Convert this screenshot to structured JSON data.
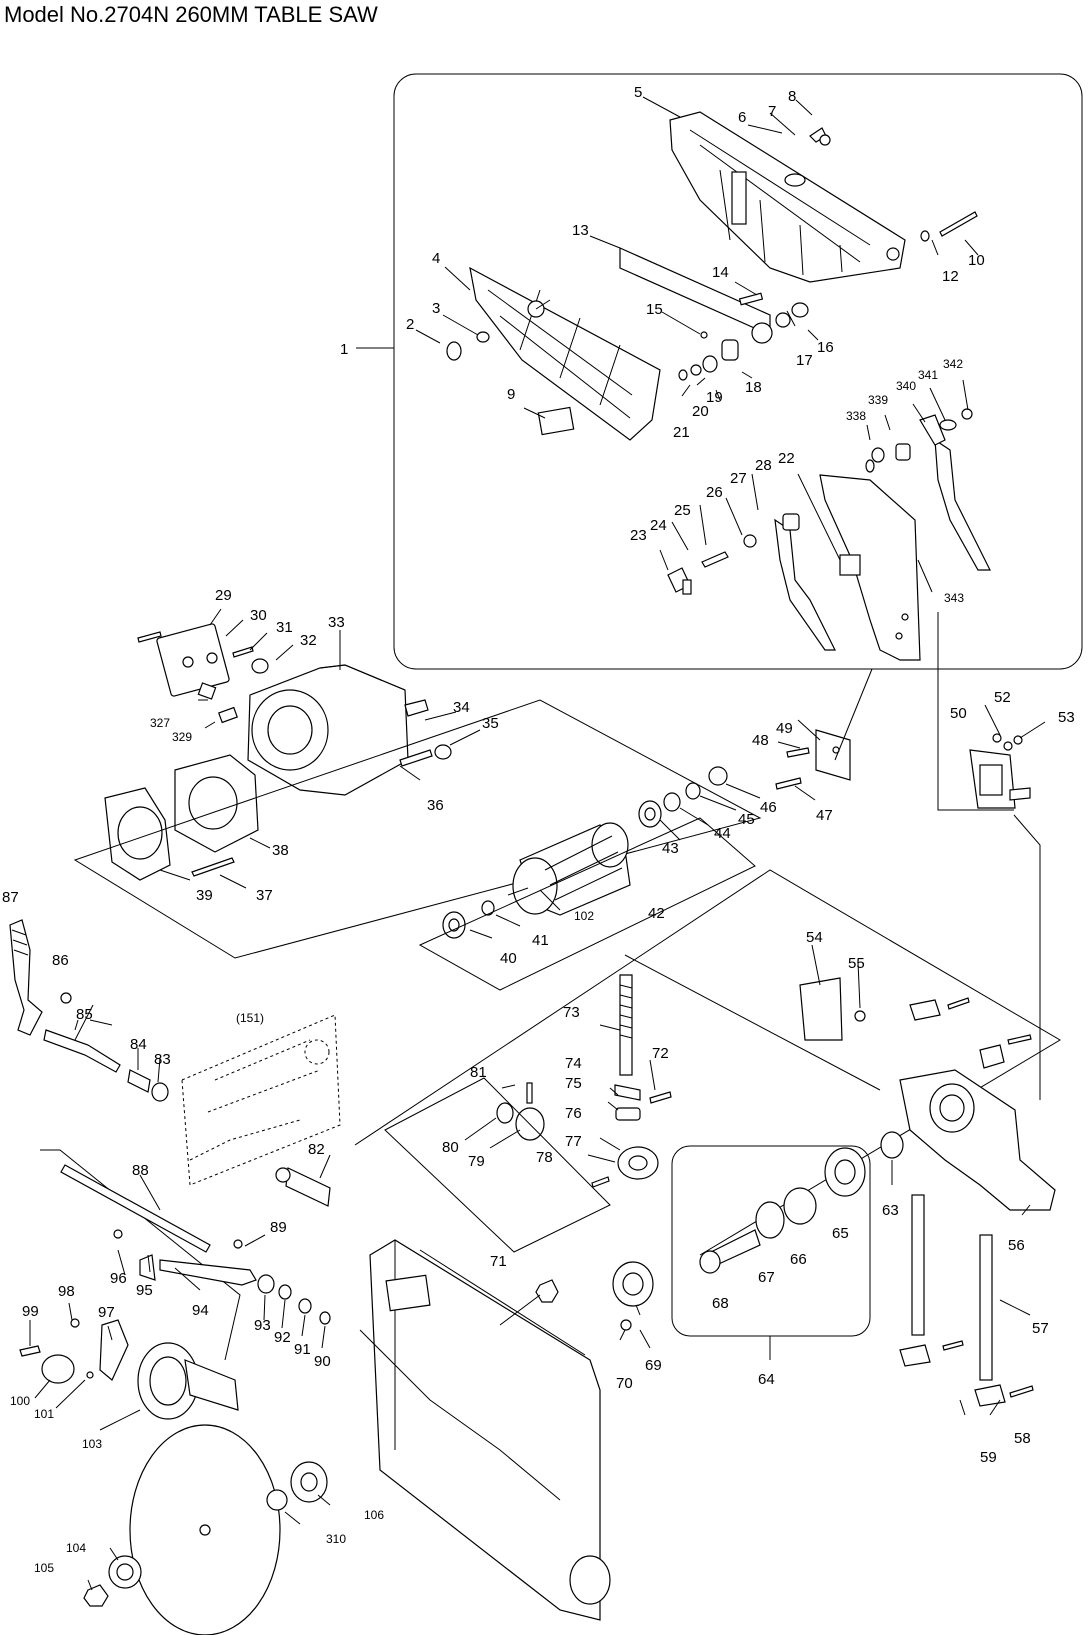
{
  "title": "Model No.2704N 260MM TABLE SAW",
  "labels": [
    {
      "id": "p1",
      "text": "1"
    },
    {
      "id": "p2",
      "text": "2"
    },
    {
      "id": "p3",
      "text": "3"
    },
    {
      "id": "p4",
      "text": "4"
    },
    {
      "id": "p5",
      "text": "5"
    },
    {
      "id": "p6",
      "text": "6"
    },
    {
      "id": "p7",
      "text": "7"
    },
    {
      "id": "p8",
      "text": "8"
    },
    {
      "id": "p9",
      "text": "9"
    },
    {
      "id": "p10",
      "text": "10"
    },
    {
      "id": "p12",
      "text": "12"
    },
    {
      "id": "p13",
      "text": "13"
    },
    {
      "id": "p14",
      "text": "14"
    },
    {
      "id": "p15",
      "text": "15"
    },
    {
      "id": "p16",
      "text": "16"
    },
    {
      "id": "p17",
      "text": "17"
    },
    {
      "id": "p18",
      "text": "18"
    },
    {
      "id": "p19",
      "text": "19"
    },
    {
      "id": "p20",
      "text": "20"
    },
    {
      "id": "p21",
      "text": "21"
    },
    {
      "id": "p22",
      "text": "22"
    },
    {
      "id": "p23",
      "text": "23"
    },
    {
      "id": "p24",
      "text": "24"
    },
    {
      "id": "p25",
      "text": "25"
    },
    {
      "id": "p26",
      "text": "26"
    },
    {
      "id": "p27",
      "text": "27"
    },
    {
      "id": "p28",
      "text": "28"
    },
    {
      "id": "p29",
      "text": "29"
    },
    {
      "id": "p30",
      "text": "30"
    },
    {
      "id": "p31",
      "text": "31"
    },
    {
      "id": "p32",
      "text": "32"
    },
    {
      "id": "p33",
      "text": "33"
    },
    {
      "id": "p34",
      "text": "34"
    },
    {
      "id": "p35",
      "text": "35"
    },
    {
      "id": "p36",
      "text": "36"
    },
    {
      "id": "p37",
      "text": "37"
    },
    {
      "id": "p38",
      "text": "38"
    },
    {
      "id": "p39",
      "text": "39"
    },
    {
      "id": "p40",
      "text": "40"
    },
    {
      "id": "p41",
      "text": "41"
    },
    {
      "id": "p42",
      "text": "42"
    },
    {
      "id": "p43",
      "text": "43"
    },
    {
      "id": "p44",
      "text": "44"
    },
    {
      "id": "p45",
      "text": "45"
    },
    {
      "id": "p46",
      "text": "46"
    },
    {
      "id": "p47",
      "text": "47"
    },
    {
      "id": "p48",
      "text": "48"
    },
    {
      "id": "p49",
      "text": "49"
    },
    {
      "id": "p50",
      "text": "50"
    },
    {
      "id": "p52",
      "text": "52"
    },
    {
      "id": "p53",
      "text": "53"
    },
    {
      "id": "p54",
      "text": "54"
    },
    {
      "id": "p55",
      "text": "55"
    },
    {
      "id": "p56",
      "text": "56"
    },
    {
      "id": "p57",
      "text": "57"
    },
    {
      "id": "p58",
      "text": "58"
    },
    {
      "id": "p59",
      "text": "59"
    },
    {
      "id": "p63",
      "text": "63"
    },
    {
      "id": "p64",
      "text": "64"
    },
    {
      "id": "p65",
      "text": "65"
    },
    {
      "id": "p66",
      "text": "66"
    },
    {
      "id": "p67",
      "text": "67"
    },
    {
      "id": "p68",
      "text": "68"
    },
    {
      "id": "p69",
      "text": "69"
    },
    {
      "id": "p70",
      "text": "70"
    },
    {
      "id": "p71",
      "text": "71"
    },
    {
      "id": "p72",
      "text": "72"
    },
    {
      "id": "p73",
      "text": "73"
    },
    {
      "id": "p74",
      "text": "74"
    },
    {
      "id": "p75",
      "text": "75"
    },
    {
      "id": "p76",
      "text": "76"
    },
    {
      "id": "p77",
      "text": "77"
    },
    {
      "id": "p78",
      "text": "78"
    },
    {
      "id": "p79",
      "text": "79"
    },
    {
      "id": "p80",
      "text": "80"
    },
    {
      "id": "p81",
      "text": "81"
    },
    {
      "id": "p82",
      "text": "82"
    },
    {
      "id": "p83",
      "text": "83"
    },
    {
      "id": "p84",
      "text": "84"
    },
    {
      "id": "p85",
      "text": "85"
    },
    {
      "id": "p86",
      "text": "86"
    },
    {
      "id": "p87",
      "text": "87"
    },
    {
      "id": "p88",
      "text": "88"
    },
    {
      "id": "p89",
      "text": "89"
    },
    {
      "id": "p90",
      "text": "90"
    },
    {
      "id": "p91",
      "text": "91"
    },
    {
      "id": "p92",
      "text": "92"
    },
    {
      "id": "p93",
      "text": "93"
    },
    {
      "id": "p94",
      "text": "94"
    },
    {
      "id": "p95",
      "text": "95"
    },
    {
      "id": "p96",
      "text": "96"
    },
    {
      "id": "p97",
      "text": "97"
    },
    {
      "id": "p98",
      "text": "98"
    },
    {
      "id": "p99",
      "text": "99"
    },
    {
      "id": "p100",
      "text": "100"
    },
    {
      "id": "p101",
      "text": "101"
    },
    {
      "id": "p102",
      "text": "102"
    },
    {
      "id": "p103",
      "text": "103"
    },
    {
      "id": "p104",
      "text": "104"
    },
    {
      "id": "p105",
      "text": "105"
    },
    {
      "id": "p106",
      "text": "106"
    },
    {
      "id": "p151",
      "text": "(151)"
    },
    {
      "id": "p310",
      "text": "310"
    },
    {
      "id": "p327",
      "text": "327"
    },
    {
      "id": "p329",
      "text": "329"
    },
    {
      "id": "p338",
      "text": "338"
    },
    {
      "id": "p339",
      "text": "339"
    },
    {
      "id": "p340",
      "text": "340"
    },
    {
      "id": "p341",
      "text": "341"
    },
    {
      "id": "p342",
      "text": "342"
    },
    {
      "id": "p343",
      "text": "343"
    }
  ]
}
